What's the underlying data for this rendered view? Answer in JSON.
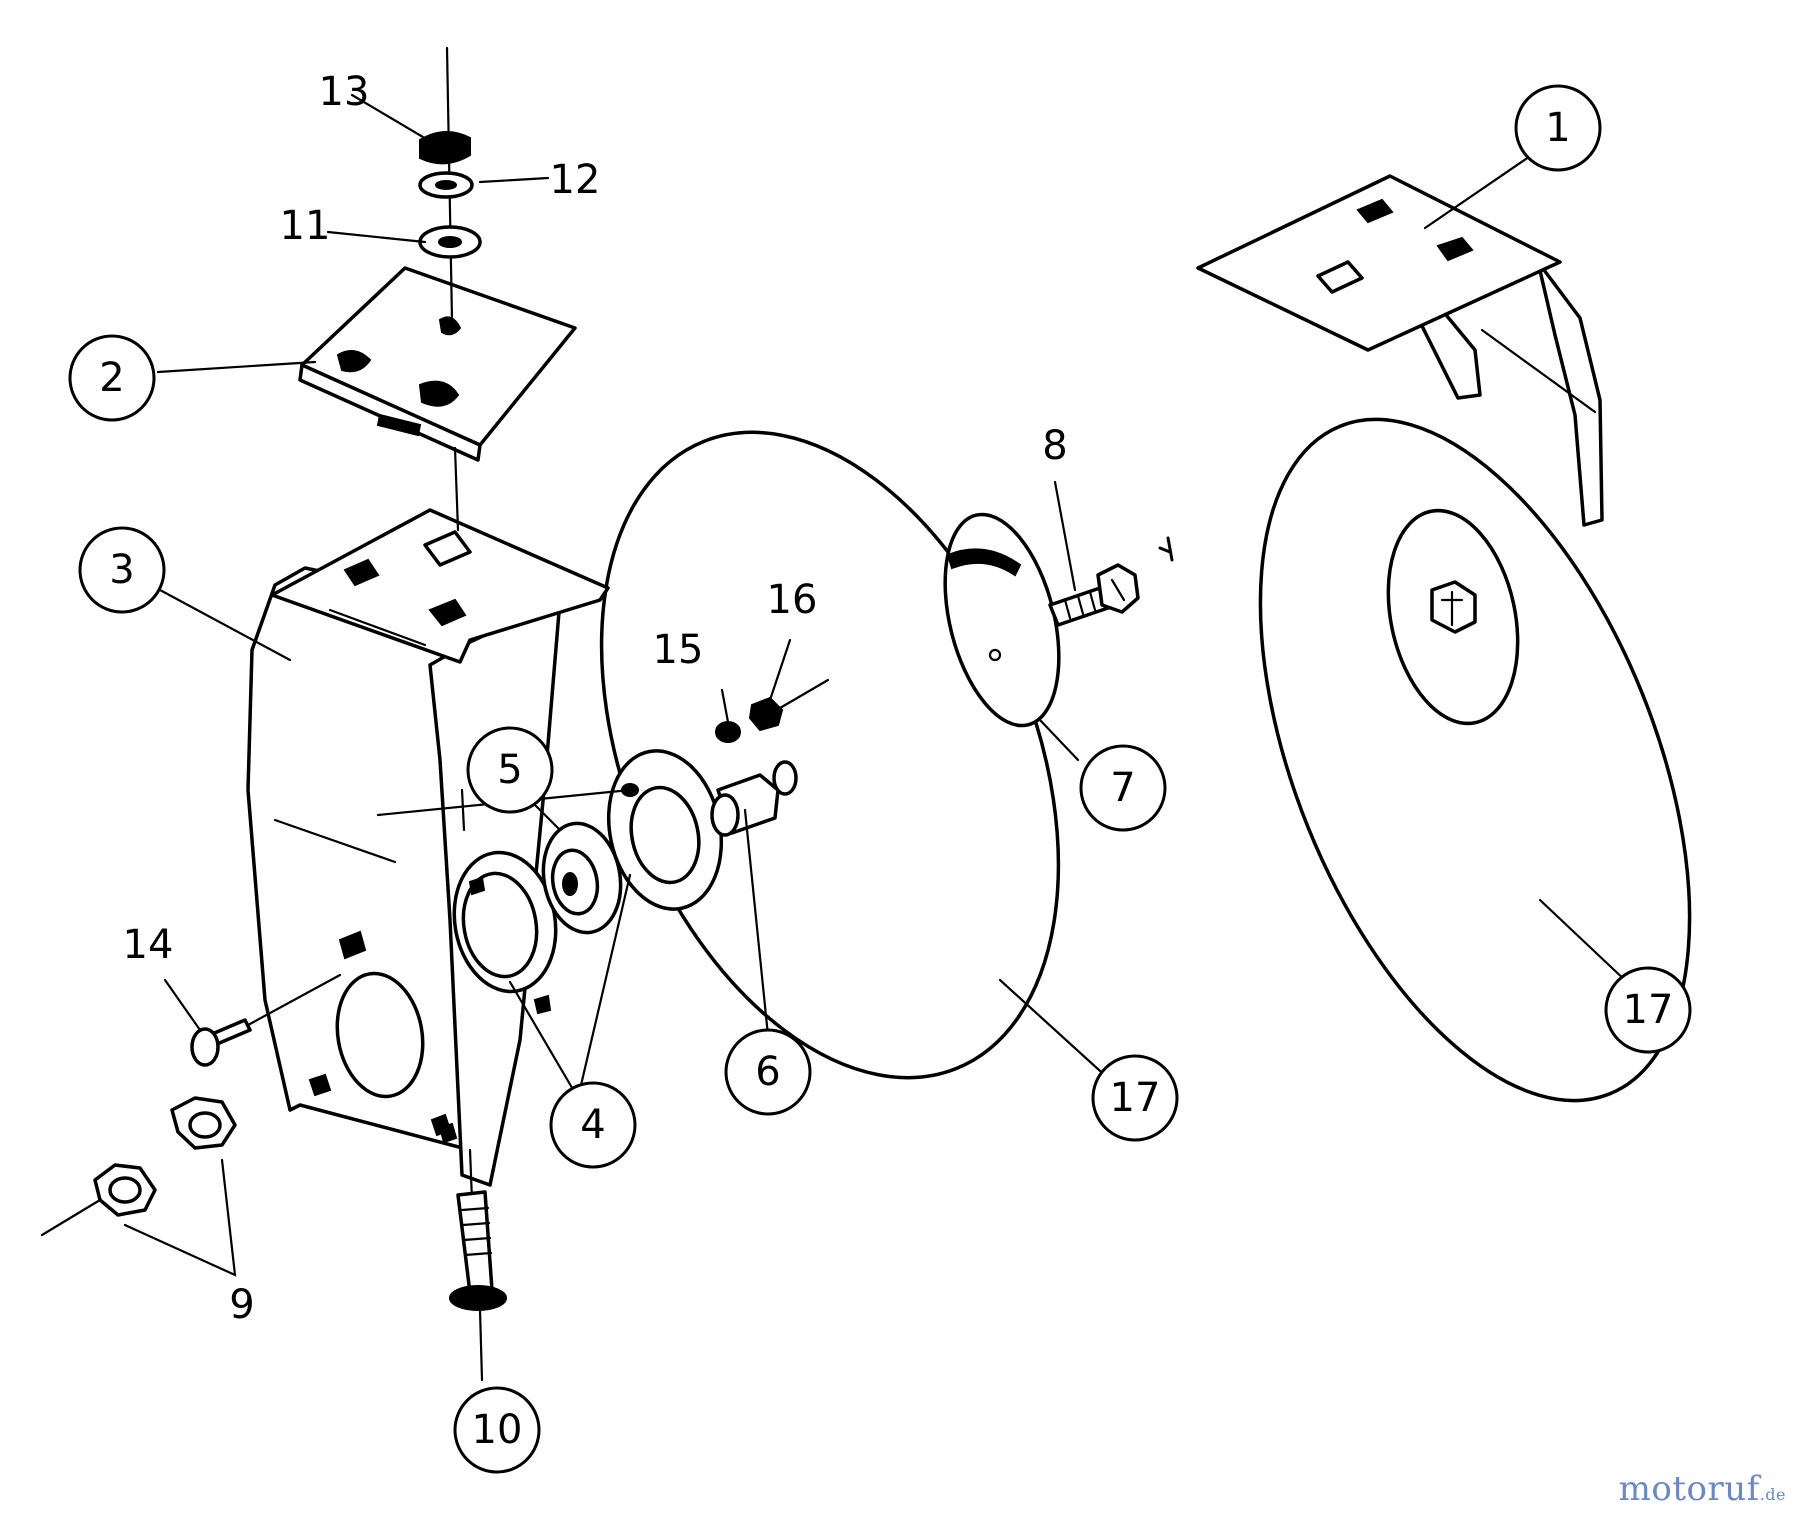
{
  "diagram": {
    "part_numbers": {
      "p1": "1",
      "p2": "2",
      "p3": "3",
      "p4": "4",
      "p5": "5",
      "p6": "6",
      "p7": "7",
      "p8": "8",
      "p9": "9",
      "p10": "10",
      "p11": "11",
      "p12": "12",
      "p13": "13",
      "p14": "14",
      "p15": "15",
      "p16": "16",
      "p17a": "17",
      "p17b": "17"
    }
  },
  "watermark": {
    "part1": "motoruf",
    "part2": ".de"
  },
  "colors": {
    "line": "#000000",
    "background": "#ffffff",
    "watermark_blue": "#6a88c9",
    "watermark_orange": "#e0903a"
  }
}
